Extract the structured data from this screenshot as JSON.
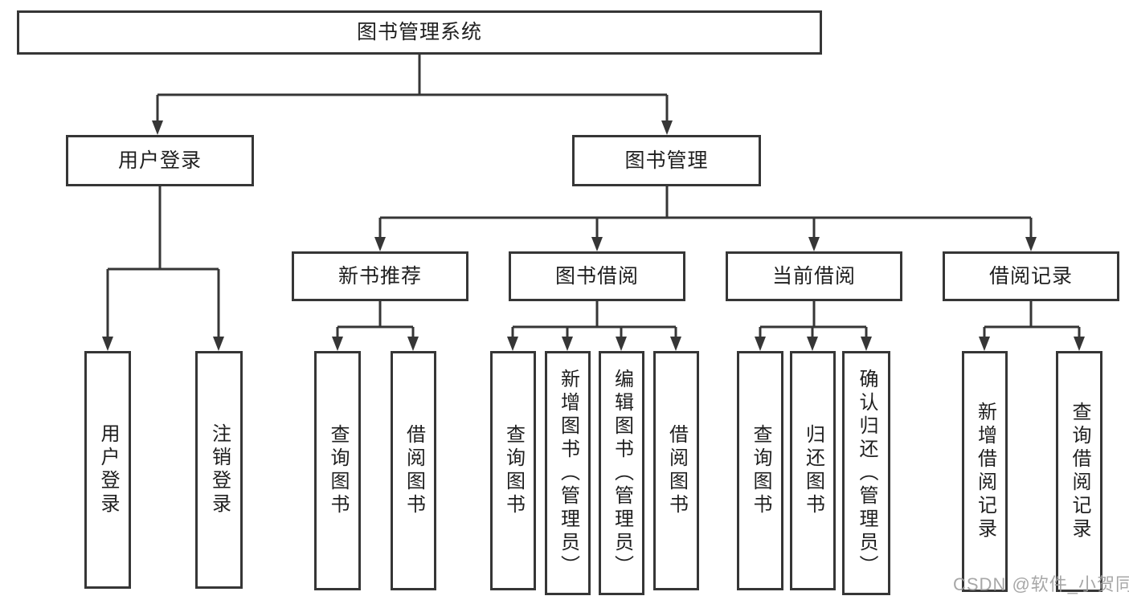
{
  "diagram": {
    "type": "hierarchy",
    "tree": {
      "label": "图书管理系统",
      "children": [
        {
          "label": "用户登录",
          "children": [
            {
              "label": "用户登录"
            },
            {
              "label": "注销登录"
            }
          ]
        },
        {
          "label": "图书管理",
          "children": [
            {
              "label": "新书推荐",
              "children": [
                {
                  "label": "查询图书"
                },
                {
                  "label": "借阅图书"
                }
              ]
            },
            {
              "label": "图书借阅",
              "children": [
                {
                  "label": "查询图书"
                },
                {
                  "label": "新增图书（管理员）"
                },
                {
                  "label": "编辑图书（管理员）"
                },
                {
                  "label": "借阅图书"
                }
              ]
            },
            {
              "label": "当前借阅",
              "children": [
                {
                  "label": "查询图书"
                },
                {
                  "label": "归还图书"
                },
                {
                  "label": "确认归还（管理员）"
                }
              ]
            },
            {
              "label": "借阅记录",
              "children": [
                {
                  "label": "新增借阅记录"
                },
                {
                  "label": "查询借阅记录"
                }
              ]
            }
          ]
        }
      ]
    }
  },
  "watermark": {
    "text": "CSDN @软件_小贺同学"
  },
  "colors": {
    "background": "#ffffff",
    "line": "#363636",
    "box_border": "#363636",
    "text": "#1f1f1f",
    "watermark": "#9e9e9e"
  }
}
